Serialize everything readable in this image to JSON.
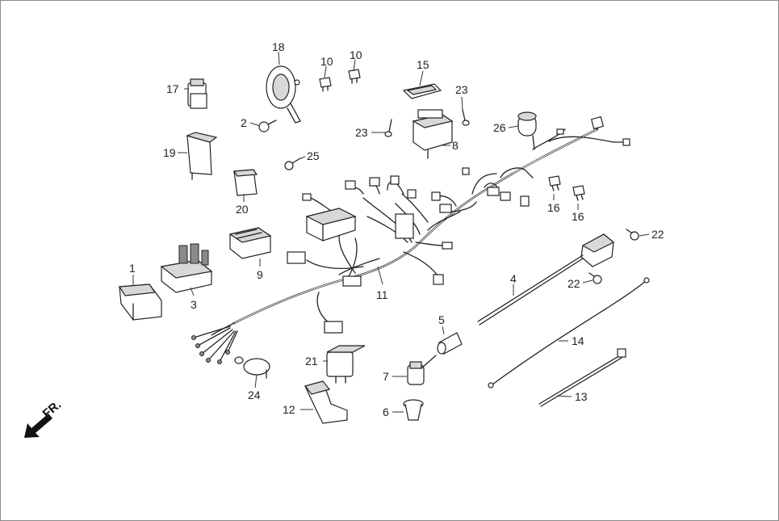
{
  "diagram": {
    "callouts": {
      "c1": "1",
      "c2": "2",
      "c3": "3",
      "c4": "4",
      "c5": "5",
      "c6": "6",
      "c7": "7",
      "c8": "8",
      "c9": "9",
      "c10a": "10",
      "c10b": "10",
      "c11": "11",
      "c12": "12",
      "c13": "13",
      "c14": "14",
      "c15": "15",
      "c16a": "16",
      "c16b": "16",
      "c17": "17",
      "c18": "18",
      "c19": "19",
      "c20": "20",
      "c21": "21",
      "c22a": "22",
      "c22b": "22",
      "c23a": "23",
      "c23b": "23",
      "c24": "24",
      "c25": "25",
      "c26": "26"
    },
    "direction_label": "FR."
  },
  "colors": {
    "line": "#222222",
    "fill_gray": "#d8d8d8",
    "frame": "#8a8a8a"
  }
}
